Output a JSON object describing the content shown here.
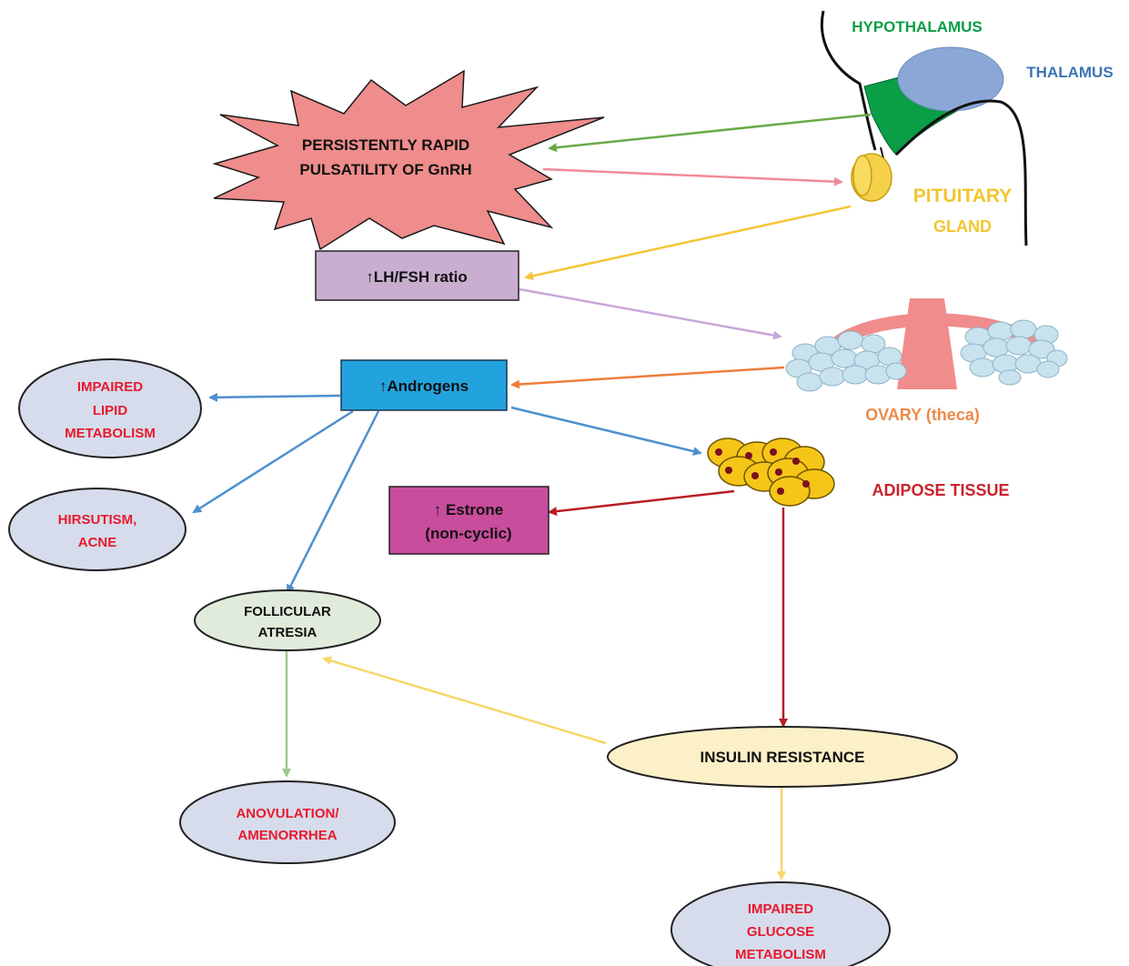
{
  "labels": {
    "hypothalamus": "HYPOTHALAMUS",
    "thalamus": "THALAMUS",
    "pituitary": [
      "PITUITARY",
      "GLAND"
    ],
    "ovary": "OVARY (theca)",
    "adipose": "ADIPOSE TISSUE"
  },
  "nodes": {
    "gnrh": [
      "PERSISTENTLY RAPID",
      "PULSATILITY OF GnRH"
    ],
    "lh_fsh": "↑LH/FSH ratio",
    "androgens": "↑Androgens",
    "estrone": [
      "↑ Estrone",
      "(non-cyclic)"
    ],
    "lipid": [
      "IMPAIRED",
      "LIPID",
      "METABOLISM"
    ],
    "hirsutism": [
      "HIRSUTISM,",
      "ACNE"
    ],
    "follicular": [
      "FOLLICULAR",
      "ATRESIA"
    ],
    "anovulation": [
      "ANOVULATION/",
      "AMENORRHEA"
    ],
    "insulin": "INSULIN RESISTANCE",
    "glucose": [
      "IMPAIRED",
      "GLUCOSE",
      "METABOLISM"
    ]
  },
  "colors": {
    "hypothalamus": "#0a9e46",
    "thalamus": "#8aa7d6",
    "thalamus_text": "#3d74b5",
    "pituitary": "#f5d04a",
    "pituitary_text": "#f2c530",
    "starburst": "#ef8c8c",
    "lh_fsh_box": "#c9aed0",
    "androgens_box": "#23a3de",
    "estrone_box": "#c84d9c",
    "ellipse_blue": "#d6dcec",
    "ellipse_green": "#e1ebdb",
    "ellipse_cream": "#fcf0c8",
    "red_text": "#e8192c",
    "ovary_text": "#ed8a4c",
    "adipose_text": "#c9232c",
    "uterus": "#f08c8c",
    "follicle": "#c8e2ee"
  }
}
